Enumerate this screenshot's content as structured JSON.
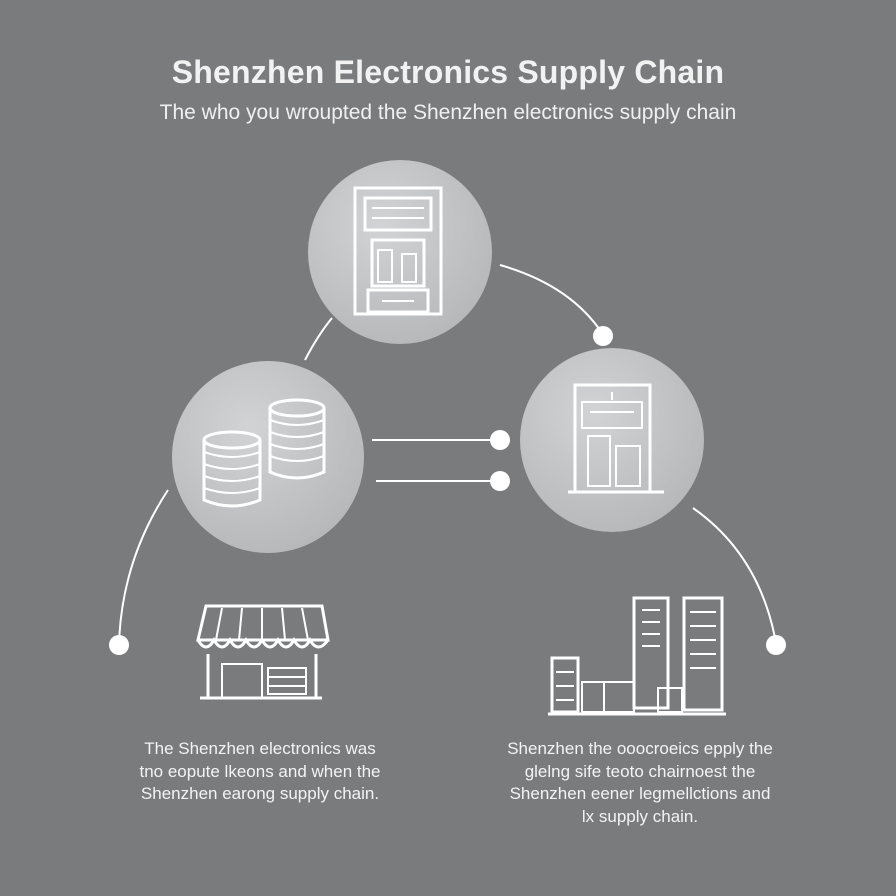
{
  "header": {
    "title": "Shenzhen Electronics Supply Chain",
    "subtitle": "The who you wroupted the Shenzhen electronics supply chain"
  },
  "captions": {
    "left": [
      "The Shenzhen electronics was",
      "tno eopute lkeons and when the",
      "Shenzhen earong supply chain."
    ],
    "right": [
      "Shenzhen the ooocroeics epply the",
      "glelng sife teoto chairnoest the",
      "Shenzhen eener legmellctions and",
      "lx supply chain."
    ]
  },
  "colors": {
    "background": "#7a7b7d",
    "circle_fill": "#c3c4c6",
    "line": "#ffffff"
  },
  "icons": {
    "factory": "factory-icon",
    "components": "component-reels-icon",
    "assembly": "assembly-building-icon",
    "retail": "storefront-icon",
    "warehouse": "warehouse-racks-icon"
  }
}
